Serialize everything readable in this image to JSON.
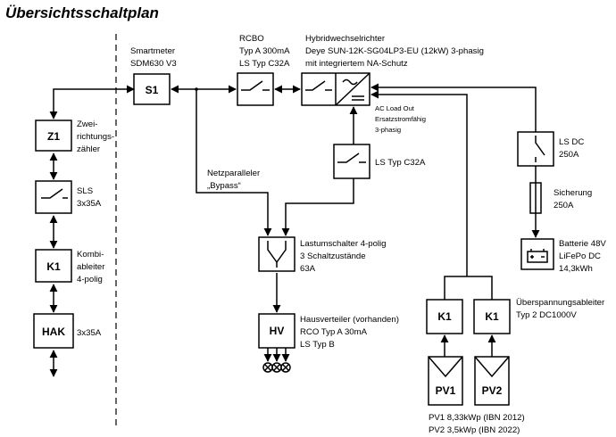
{
  "title": "Übersichtsschaltplan",
  "smartmeter": {
    "id": "S1",
    "lines": [
      "Smartmeter",
      "SDM630 V3"
    ]
  },
  "rcbo": {
    "lines": [
      "RCBO",
      "Typ A 300mA",
      "LS Typ C32A"
    ]
  },
  "inverter": {
    "lines": [
      "Hybridwechselrichter",
      "Deye SUN-12K-SG04LP3-EU (12kW) 3-phasig",
      "mit integriertem NA-Schutz"
    ]
  },
  "ac_load": {
    "lines": [
      "AC Load Out",
      "Ersatzstromfähig",
      "3-phasig"
    ]
  },
  "ls_c32a": {
    "label": "LS Typ C32A"
  },
  "bypass": {
    "lines": [
      "Netzparalleler",
      "„Bypass“"
    ]
  },
  "lastumschalter": {
    "lines": [
      "Lastumschalter 4-polig",
      "3 Schaltzustände",
      "63A"
    ]
  },
  "hausverteiler": {
    "id": "HV",
    "lines": [
      "Hausverteiler (vorhanden)",
      "RCO Typ A 30mA",
      "LS Typ B"
    ]
  },
  "left_chain": {
    "z1": {
      "id": "Z1",
      "lines": [
        "Zwei-",
        "richtungs-",
        "zähler"
      ]
    },
    "sls": {
      "lines": [
        "SLS",
        "3x35A"
      ]
    },
    "k1": {
      "id": "K1",
      "lines": [
        "Kombi-",
        "ableiter",
        "4-polig"
      ]
    },
    "hak": {
      "id": "HAK",
      "lines": [
        "3x35A"
      ]
    }
  },
  "ls_dc": {
    "lines": [
      "LS DC",
      "250A"
    ]
  },
  "sicherung": {
    "lines": [
      "Sicherung",
      "250A"
    ]
  },
  "batterie": {
    "lines": [
      "Batterie 48V",
      "LiFePo DC",
      "14,3kWh"
    ]
  },
  "surge": {
    "id1": "K1",
    "id2": "K1",
    "lines": [
      "Überspannungsableiter",
      "Typ 2 DC1000V"
    ]
  },
  "pv": {
    "id1": "PV1",
    "id2": "PV2",
    "lines": [
      "PV1 8,33kWp (IBN 2012)",
      "PV2 3,5kWp (IBN 2022)"
    ]
  }
}
